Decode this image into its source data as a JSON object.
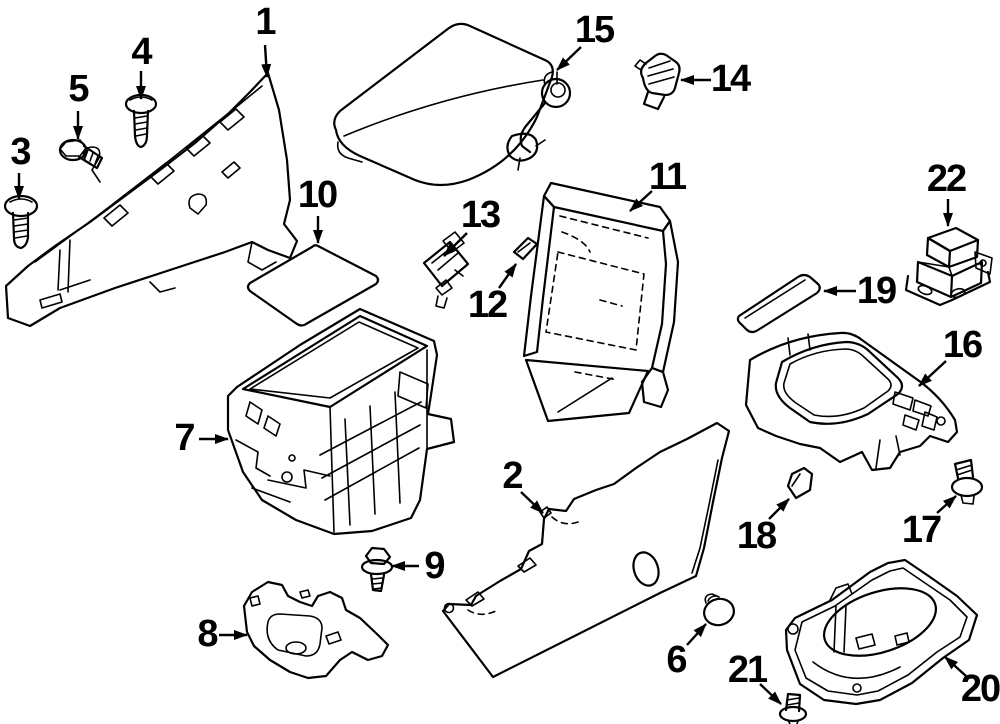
{
  "canvas": {
    "background": "#ffffff",
    "line_color": "#000000"
  },
  "callouts": [
    {
      "num": "1"
    },
    {
      "num": "2"
    },
    {
      "num": "3"
    },
    {
      "num": "4"
    },
    {
      "num": "5"
    },
    {
      "num": "6"
    },
    {
      "num": "7"
    },
    {
      "num": "8"
    },
    {
      "num": "9"
    },
    {
      "num": "10"
    },
    {
      "num": "11"
    },
    {
      "num": "12"
    },
    {
      "num": "13"
    },
    {
      "num": "14"
    },
    {
      "num": "15"
    },
    {
      "num": "16"
    },
    {
      "num": "17"
    },
    {
      "num": "18"
    },
    {
      "num": "19"
    },
    {
      "num": "20"
    },
    {
      "num": "21"
    },
    {
      "num": "22"
    }
  ]
}
